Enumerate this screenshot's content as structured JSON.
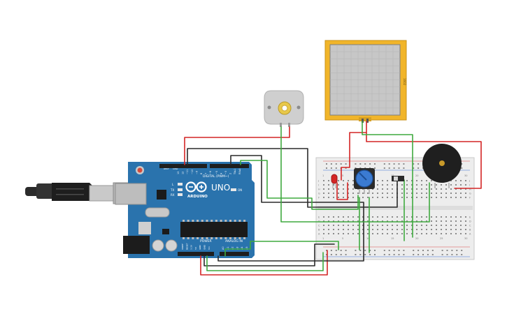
{
  "board": {
    "model": "UNO",
    "brand": "ARDUINO",
    "digital_label": "DIGITAL (PWM~)",
    "power_label": "POWER",
    "analog_label": "ANALOG IN",
    "aref": "AREF",
    "gnd": "GND",
    "tx": "TX",
    "rx": "RX",
    "led_l": "L",
    "on_label": "ON"
  },
  "digital_pins": [
    "13",
    "12",
    "~11",
    "~10",
    "~9",
    "8",
    "7",
    "~6",
    "~5",
    "4",
    "~3",
    "2",
    "TX▸1",
    "RX◂0"
  ],
  "power_pins": [
    "IOREF",
    "RESET",
    "3.3V",
    "5V",
    "GND",
    "GND",
    "Vin"
  ],
  "analog_pins": [
    "A0",
    "A1",
    "A2",
    "A3",
    "A4",
    "A5"
  ],
  "display": {
    "label": "1602"
  },
  "breadboard_rows": [
    "J",
    "I",
    "H",
    "G",
    "F",
    "E",
    "D",
    "C",
    "B",
    "A"
  ],
  "breadboard_cols": [
    "1",
    "5",
    "10",
    "15",
    "20",
    "25",
    "30"
  ],
  "colors": {
    "arduino": "#2a73ad",
    "wire_red": "#d42525",
    "wire_black": "#2a2a2a",
    "wire_green": "#3faa3f",
    "display_frame": "#f1b52a",
    "breadboard": "#ededed",
    "buzzer": "#1f1f1f"
  }
}
